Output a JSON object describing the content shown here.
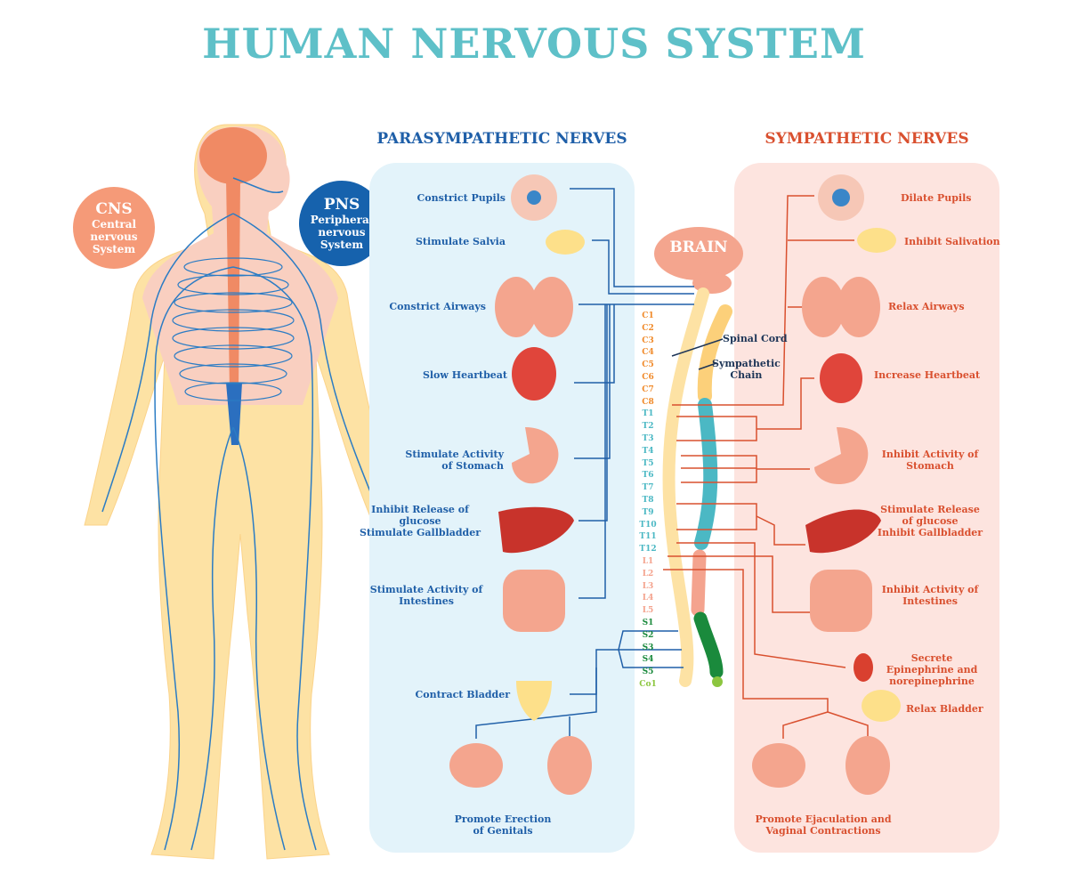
{
  "title": "HUMAN NERVOUS SYSTEM",
  "body": {
    "cns": {
      "abbr": "CNS",
      "line1": "Central",
      "line2": "nervous",
      "line3": "System"
    },
    "pns": {
      "abbr": "PNS",
      "line1": "Peripheral",
      "line2": "nervous",
      "line3": "System"
    }
  },
  "parasympathetic": {
    "heading": "PARASYMPATHETIC NERVES",
    "labels": [
      {
        "l1": "Constrict Pupils"
      },
      {
        "l1": "Stimulate Salvia"
      },
      {
        "l1": "Constrict Airways"
      },
      {
        "l1": "Slow Heartbeat"
      },
      {
        "l1": "Stimulate Activity",
        "l2": "of Stomach"
      },
      {
        "l1": "Inhibit Release of",
        "l2": "glucose",
        "l3": "Stimulate Gallbladder"
      },
      {
        "l1": "Stimulate Activity of",
        "l2": "Intestines"
      },
      {
        "l1": "Contract Bladder"
      },
      {
        "l1": "Promote Erection",
        "l2": "of Genitals"
      }
    ]
  },
  "sympathetic": {
    "heading": "SYMPATHETIC NERVES",
    "labels": [
      {
        "l1": "Dilate Pupils"
      },
      {
        "l1": "Inhibit Salivation"
      },
      {
        "l1": "Relax Airways"
      },
      {
        "l1": "Increase Heartbeat"
      },
      {
        "l1": "Inhibit Activity of",
        "l2": "Stomach"
      },
      {
        "l1": "Stimulate Release",
        "l2": "of glucose",
        "l3": "Inhibit Gallbladder"
      },
      {
        "l1": "Inhibit Activity of",
        "l2": "Intestines"
      },
      {
        "l1": "Secrete",
        "l2": "Epinephrine and",
        "l3": "norepinephrine"
      },
      {
        "l1": "Relax Bladder"
      },
      {
        "l1": "Promote Ejaculation and",
        "l2": "Vaginal Contractions"
      }
    ]
  },
  "center": {
    "brain": "BRAIN",
    "spinal_cord": "Spinal Cord",
    "sympathetic_chain_l1": "Sympathetic",
    "sympathetic_chain_l2": "Chain"
  },
  "vertebrae": [
    {
      "name": "C1",
      "color": "#f08a2a"
    },
    {
      "name": "C2",
      "color": "#f08a2a"
    },
    {
      "name": "C3",
      "color": "#f08a2a"
    },
    {
      "name": "C4",
      "color": "#f08a2a"
    },
    {
      "name": "C5",
      "color": "#f08a2a"
    },
    {
      "name": "C6",
      "color": "#f08a2a"
    },
    {
      "name": "C7",
      "color": "#f08a2a"
    },
    {
      "name": "C8",
      "color": "#f08a2a"
    },
    {
      "name": "T1",
      "color": "#4bb8c4"
    },
    {
      "name": "T2",
      "color": "#4bb8c4"
    },
    {
      "name": "T3",
      "color": "#4bb8c4"
    },
    {
      "name": "T4",
      "color": "#4bb8c4"
    },
    {
      "name": "T5",
      "color": "#4bb8c4"
    },
    {
      "name": "T6",
      "color": "#4bb8c4"
    },
    {
      "name": "T7",
      "color": "#4bb8c4"
    },
    {
      "name": "T8",
      "color": "#4bb8c4"
    },
    {
      "name": "T9",
      "color": "#4bb8c4"
    },
    {
      "name": "T10",
      "color": "#4bb8c4"
    },
    {
      "name": "T11",
      "color": "#4bb8c4"
    },
    {
      "name": "T12",
      "color": "#4bb8c4"
    },
    {
      "name": "L1",
      "color": "#f4a38e"
    },
    {
      "name": "L2",
      "color": "#f4a38e"
    },
    {
      "name": "L3",
      "color": "#f4a38e"
    },
    {
      "name": "L4",
      "color": "#f4a38e"
    },
    {
      "name": "L5",
      "color": "#f4a38e"
    },
    {
      "name": "S1",
      "color": "#1a8a3c"
    },
    {
      "name": "S2",
      "color": "#1a8a3c"
    },
    {
      "name": "S3",
      "color": "#1a8a3c"
    },
    {
      "name": "S4",
      "color": "#1a8a3c"
    },
    {
      "name": "S5",
      "color": "#1a8a3c"
    },
    {
      "name": "Co1",
      "color": "#8cc63f"
    }
  ],
  "colors": {
    "title": "#5ec0c8",
    "para": "#1f5fa8",
    "symp": "#d9502f",
    "nerve": "#2b7cc4"
  }
}
